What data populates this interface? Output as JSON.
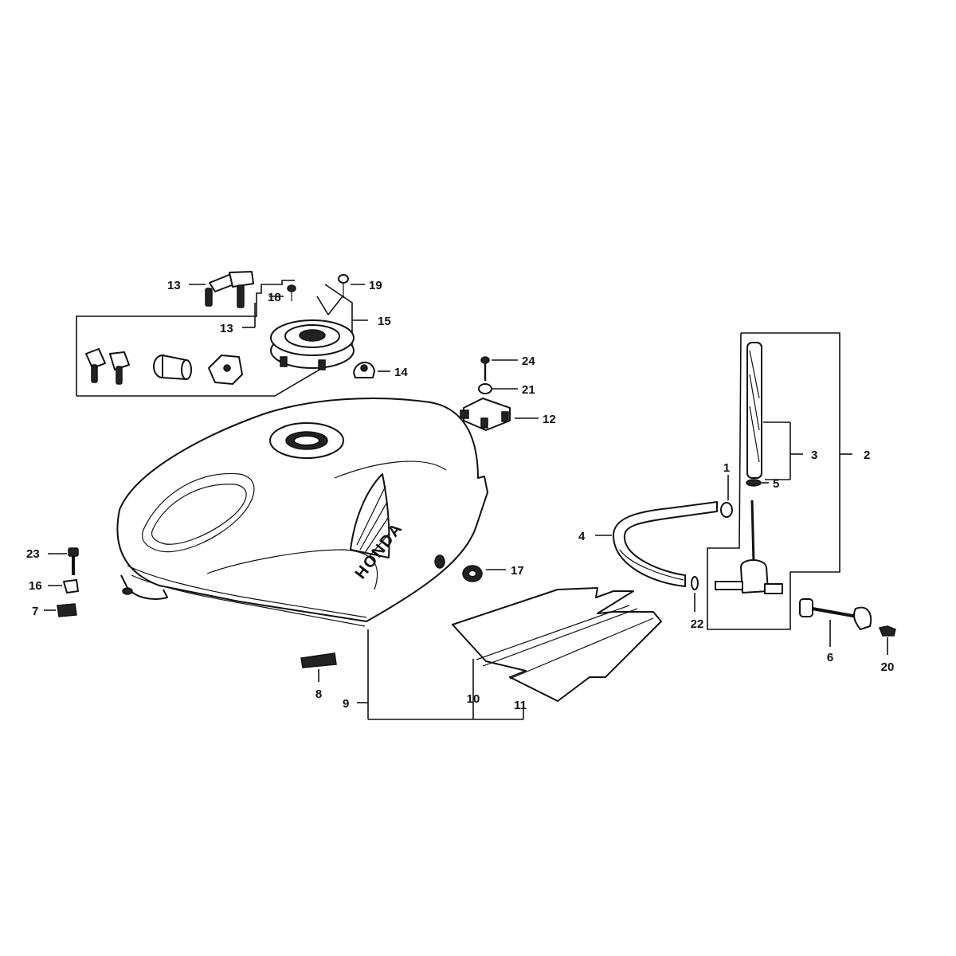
{
  "logo_text": "HONDA",
  "callouts": {
    "c1": "1",
    "c2": "2",
    "c3": "3",
    "c4": "4",
    "c5": "5",
    "c6": "6",
    "c7": "7",
    "c8": "8",
    "c9": "9",
    "c10": "10",
    "c11": "11",
    "c12": "12",
    "c13a": "13",
    "c13b": "13",
    "c14": "14",
    "c15": "15",
    "c16": "16",
    "c17": "17",
    "c18": "18",
    "c19": "19",
    "c20": "20",
    "c21": "21",
    "c22": "22",
    "c23": "23",
    "c24": "24"
  }
}
